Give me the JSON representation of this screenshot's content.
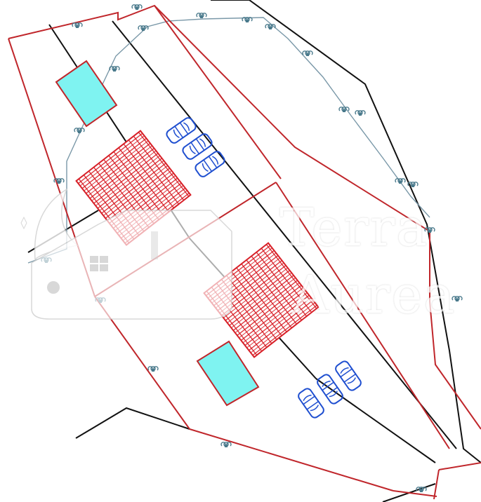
{
  "watermark": {
    "line1": "Terra",
    "line2": "Aurea"
  },
  "colors": {
    "boundary": "#c0262b",
    "road": "#111111",
    "path": "#7a98a8",
    "pool": "#7ff3f1",
    "house": "#d82028",
    "car": "#1f4fd0",
    "marker": "#4a7a8c"
  },
  "plot": {
    "lots": 2,
    "pools": 2,
    "houses": 2,
    "parked_cars_per_lot": 3
  }
}
